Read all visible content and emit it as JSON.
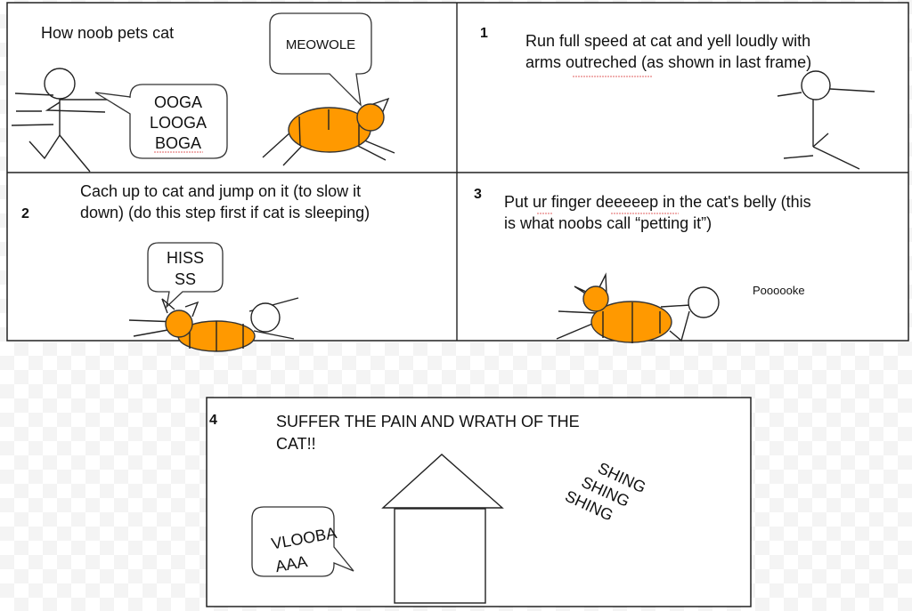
{
  "panels": {
    "intro": {
      "title": "How noob pets cat",
      "bubble_left": [
        "OOGA",
        "LOOGA",
        "BOGA"
      ],
      "bubble_cat": "MEOWOLE"
    },
    "step1": {
      "number": "1",
      "text": [
        "Run full speed at cat and yell loudly with",
        "arms outreched (as shown in last frame)"
      ]
    },
    "step2": {
      "number": "2",
      "text": [
        "Cach up to cat and jump on it (to slow it",
        "down) (do this step first if cat is sleeping)"
      ],
      "bubble": [
        "HISS",
        "SS"
      ]
    },
    "step3": {
      "number": "3",
      "text": [
        "Put ur finger deeeeep in the cat's belly (this",
        "is what noobs call “petting it”)"
      ],
      "sound": "Poooooke"
    },
    "step4": {
      "number": "4",
      "text": [
        "SUFFER THE PAIN AND WRATH OF THE",
        "CAT!!"
      ],
      "bubble": [
        "VLOOBA",
        "AAA"
      ],
      "sound": [
        "SHING",
        "SHING",
        "SHING"
      ]
    }
  },
  "colors": {
    "cat": "#ff9900",
    "outline": "#222222"
  }
}
